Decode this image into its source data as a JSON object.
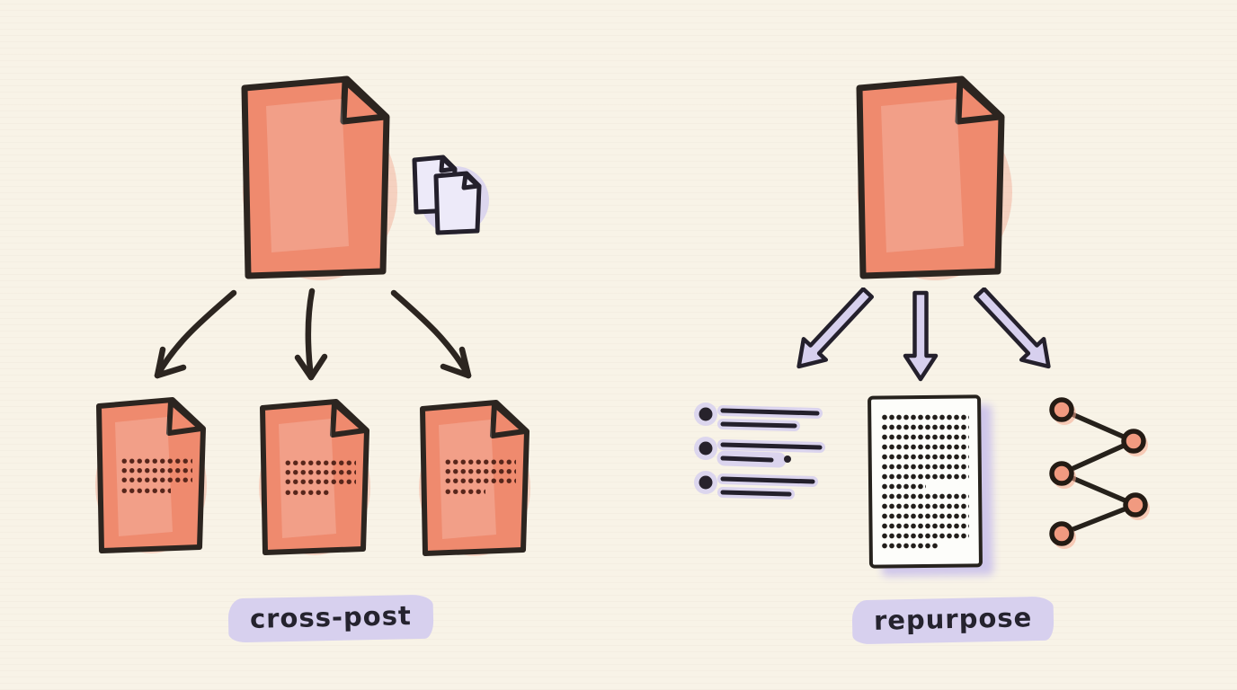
{
  "palette": {
    "bg": "#f8f3e7",
    "coral": "#ef8a6e",
    "coral_light": "#f5a78e",
    "ink": "#2c2520",
    "ink2": "#24202c",
    "lavender": "#d7d0ee",
    "lavender_pale": "#edeaf9",
    "dot_brown": "#57261b",
    "dot_black": "#221e1b"
  },
  "left_panel": {
    "label": "cross-post",
    "source": "document-icon",
    "badge": "copy-icon",
    "arrows": [
      "curved-arrow-left",
      "curved-arrow-down",
      "curved-arrow-right"
    ],
    "outputs": [
      "post-document",
      "post-document",
      "post-document"
    ]
  },
  "right_panel": {
    "label": "repurpose",
    "source": "document-icon",
    "arrows": [
      "block-arrow-left",
      "block-arrow-down",
      "block-arrow-right"
    ],
    "outputs": [
      "bullet-list",
      "text-page",
      "network-graph"
    ]
  }
}
